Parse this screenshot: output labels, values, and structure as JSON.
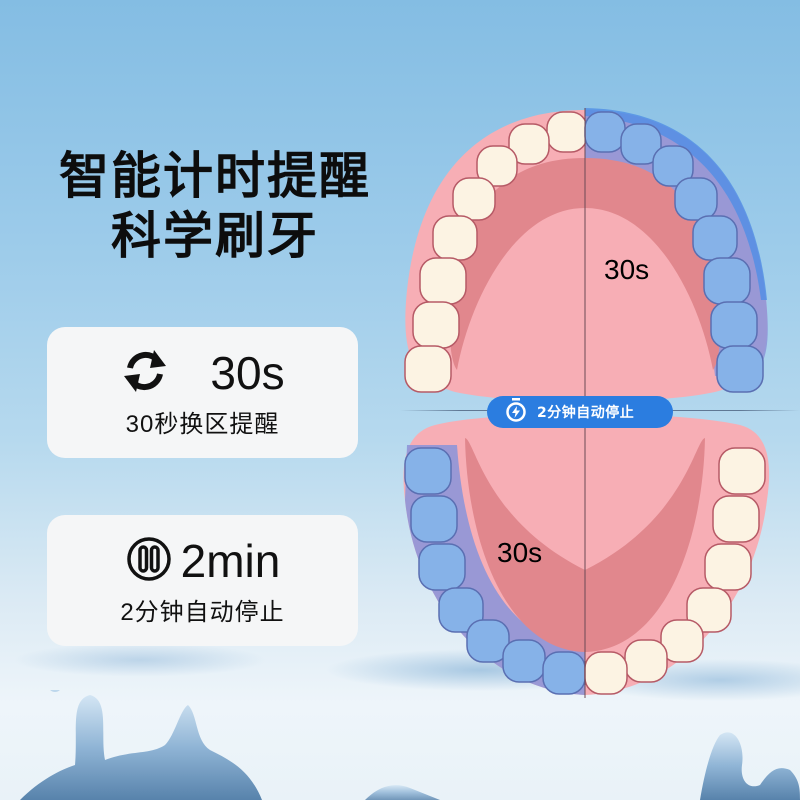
{
  "headline": {
    "line1": "智能计时提醒",
    "line2": "科学刷牙"
  },
  "features": [
    {
      "icon": "refresh-cycle-icon",
      "value": "30s",
      "caption": "30秒换区提醒"
    },
    {
      "icon": "pause-circle-icon",
      "value": "2min",
      "caption": "2分钟自动停止"
    }
  ],
  "diagram": {
    "upper_zone_label": "30s",
    "lower_zone_label": "30s",
    "badge": {
      "icon": "stopwatch-bolt-icon",
      "label": "2分钟自动停止"
    },
    "colors": {
      "gum": "#f7aeb5",
      "palate_inner": "#e1878d",
      "tooth": "#fcf3e3",
      "tooth_outline": "#b65a66",
      "highlight_tooth": "#86b2e8",
      "highlight_band": "#8e96d8",
      "badge_bg": "#2b7de0"
    }
  }
}
